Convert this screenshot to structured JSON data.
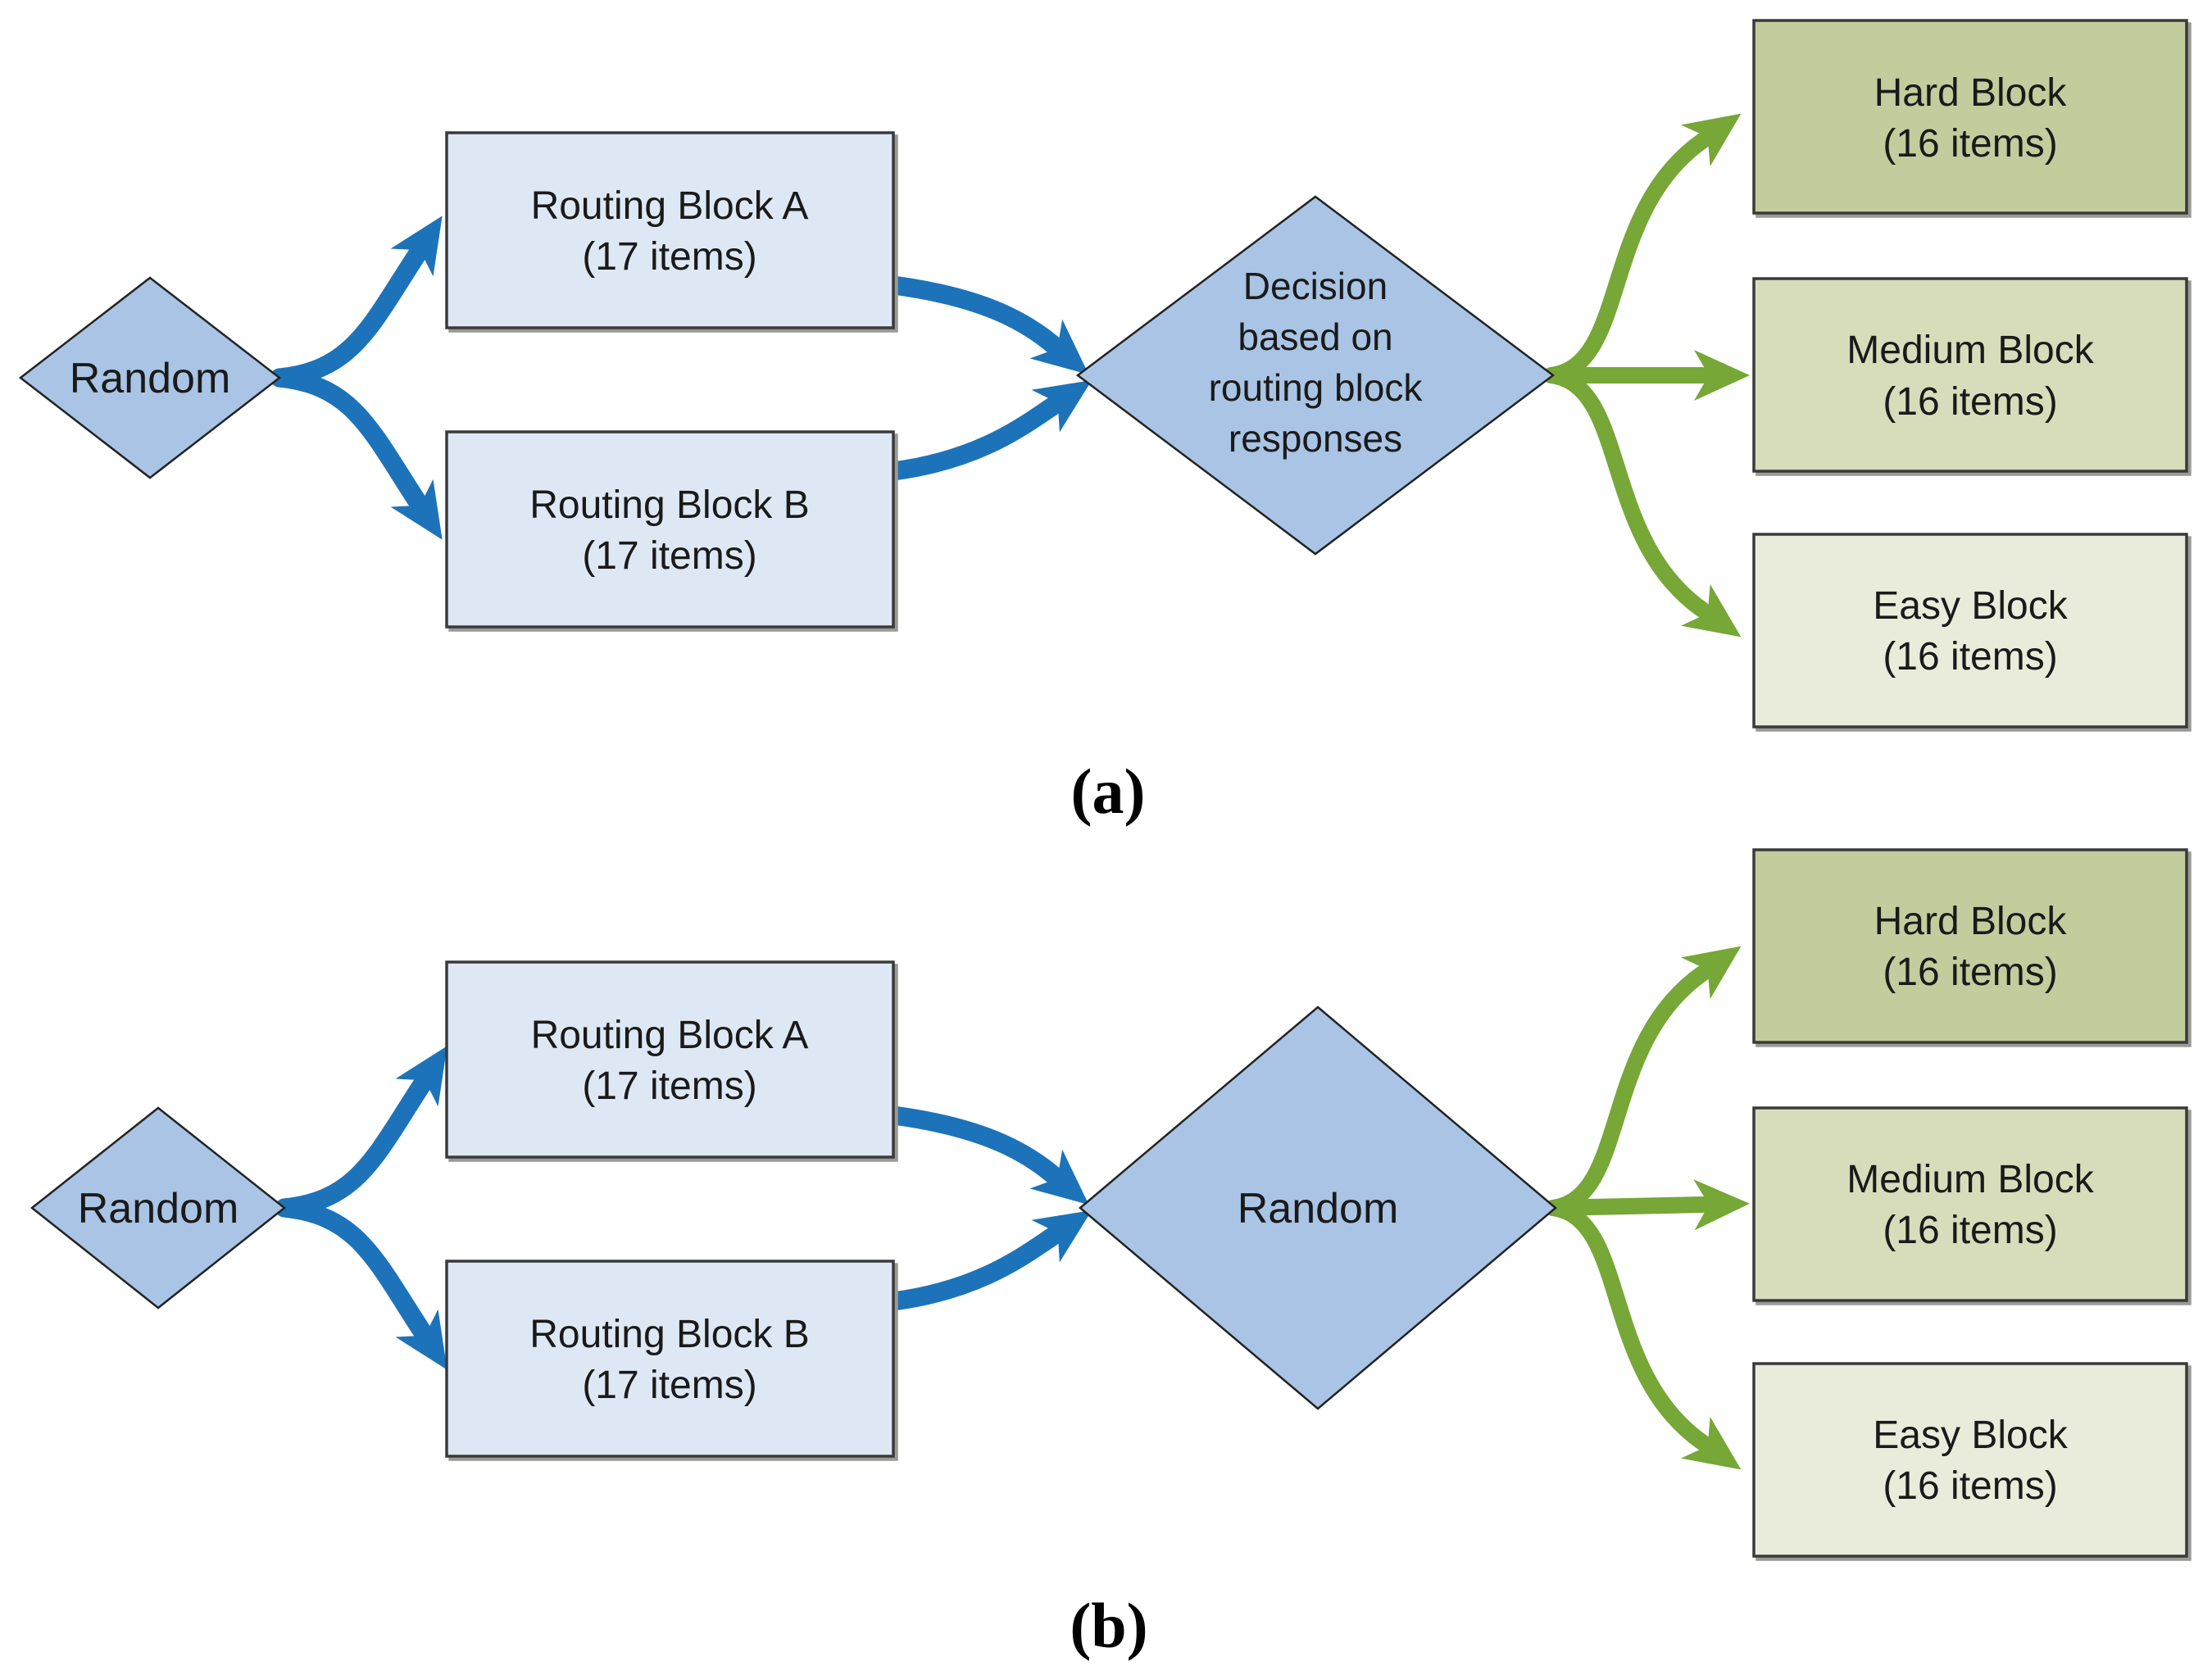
{
  "figure": {
    "caption_a": "(a)",
    "caption_b": "(b)",
    "colors": {
      "diamond_fill": "#a9c4e4",
      "routing_fill": "#dde8f4",
      "hard_fill": "#c3cc9d",
      "medium_fill": "#d7dcbb",
      "easy_fill": "#e9ecda",
      "blue_arrow": "#1d73b9",
      "green_arrow": "#76a737",
      "text": "#1a1a1a"
    },
    "panel_a": {
      "start": {
        "label": "Random"
      },
      "routing_block_a": {
        "label": "Routing Block A",
        "sublabel": "(17 items)"
      },
      "routing_block_b": {
        "label": "Routing Block B",
        "sublabel": "(17 items)"
      },
      "decision": {
        "line1": "Decision",
        "line2": "based on",
        "line3": "routing block",
        "line4": "responses"
      },
      "hard_block": {
        "label": "Hard Block",
        "sublabel": "(16 items)"
      },
      "medium_block": {
        "label": "Medium Block",
        "sublabel": "(16 items)"
      },
      "easy_block": {
        "label": "Easy Block",
        "sublabel": "(16 items)"
      }
    },
    "panel_b": {
      "start": {
        "label": "Random"
      },
      "routing_block_a": {
        "label": "Routing Block A",
        "sublabel": "(17 items)"
      },
      "routing_block_b": {
        "label": "Routing Block B",
        "sublabel": "(17 items)"
      },
      "decision": {
        "label": "Random"
      },
      "hard_block": {
        "label": "Hard Block",
        "sublabel": "(16 items)"
      },
      "medium_block": {
        "label": "Medium Block",
        "sublabel": "(16 items)"
      },
      "easy_block": {
        "label": "Easy Block",
        "sublabel": "(16 items)"
      }
    }
  }
}
